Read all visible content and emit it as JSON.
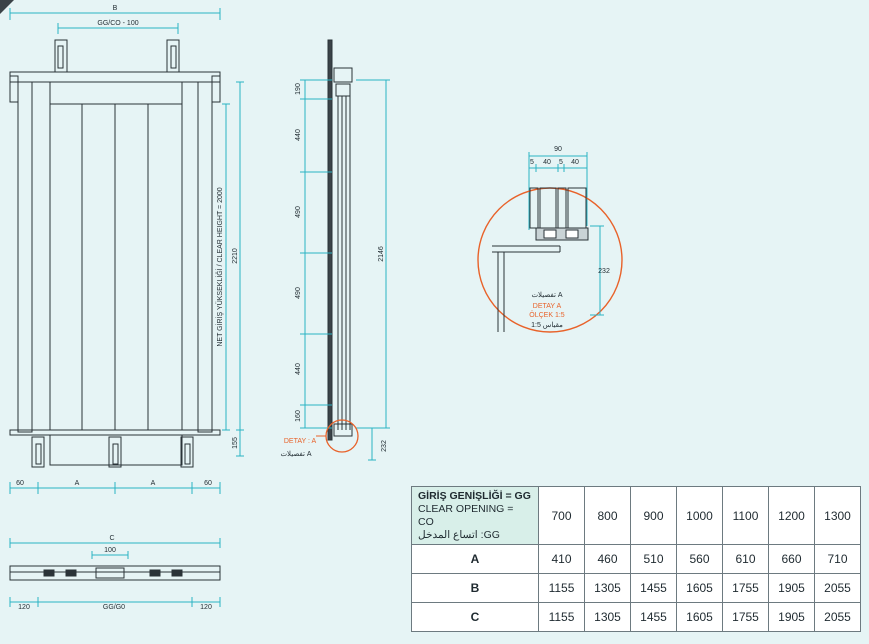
{
  "elevation": {
    "top_width_label": "B",
    "top_inner_label": "GG/CO - 100",
    "clear_height_label": "NET GİRİŞ YÜKSEKLİĞİ / CLEAR HEIGHT = 2000",
    "total_height_label": "2210",
    "bottom_step_label": "155",
    "bottom_left": "60",
    "bottom_right": "60",
    "panel_label_1": "A",
    "panel_label_2": "A"
  },
  "section": {
    "dims": [
      "190",
      "440",
      "490",
      "490",
      "440",
      "160"
    ],
    "total": "2146",
    "bottom_dim": "232",
    "detail_marker_en": "DETAY : A",
    "detail_marker_ar": "تفصيلات A"
  },
  "detail": {
    "top_total": "90",
    "top_parts": [
      "5",
      "40",
      "5",
      "40"
    ],
    "side_dim": "232",
    "label_ar_1": "تفصيلات A",
    "label_en_1": "DETAY A",
    "label_en_2": "ÖLÇEK 1:5",
    "label_ar_2": "مقياس 1:5"
  },
  "plan": {
    "c_label": "C",
    "center_label": "100",
    "left_label": "120",
    "mid_label": "GG/G0",
    "right_label": "120"
  },
  "table": {
    "header_line1": "GİRİŞ GENİŞLİĞİ = GG",
    "header_line2": "CLEAR OPENING = CO",
    "header_line3": "اتساع المدخل :GG",
    "columns": [
      "700",
      "800",
      "900",
      "1000",
      "1100",
      "1200",
      "1300"
    ],
    "rows": [
      {
        "label": "A",
        "values": [
          "410",
          "460",
          "510",
          "560",
          "610",
          "660",
          "710"
        ]
      },
      {
        "label": "B",
        "values": [
          "1155",
          "1305",
          "1455",
          "1605",
          "1755",
          "1905",
          "2055"
        ]
      },
      {
        "label": "C",
        "values": [
          "1155",
          "1305",
          "1455",
          "1605",
          "1755",
          "1905",
          "2055"
        ]
      }
    ]
  },
  "colors": {
    "background": "#e6f4f5",
    "line": "#2a3338",
    "dimension": "#2bb3c4",
    "detail_circle": "#e8622a",
    "table_header": "#d8efe9"
  }
}
